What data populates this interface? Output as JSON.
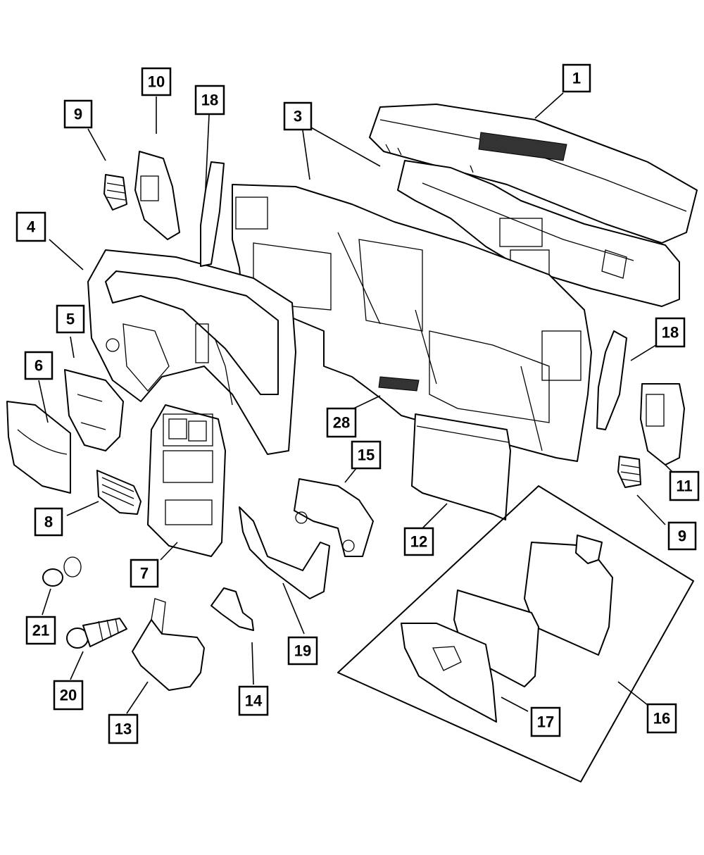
{
  "callouts": {
    "c1": "1",
    "c3": "3",
    "c4": "4",
    "c5": "5",
    "c6": "6",
    "c7": "7",
    "c8": "8",
    "c9a": "9",
    "c9b": "9",
    "c10": "10",
    "c11": "11",
    "c12": "12",
    "c13": "13",
    "c14": "14",
    "c15": "15",
    "c16": "16",
    "c17": "17",
    "c18a": "18",
    "c18b": "18",
    "c19": "19",
    "c20": "20",
    "c21": "21",
    "c28": "28"
  }
}
